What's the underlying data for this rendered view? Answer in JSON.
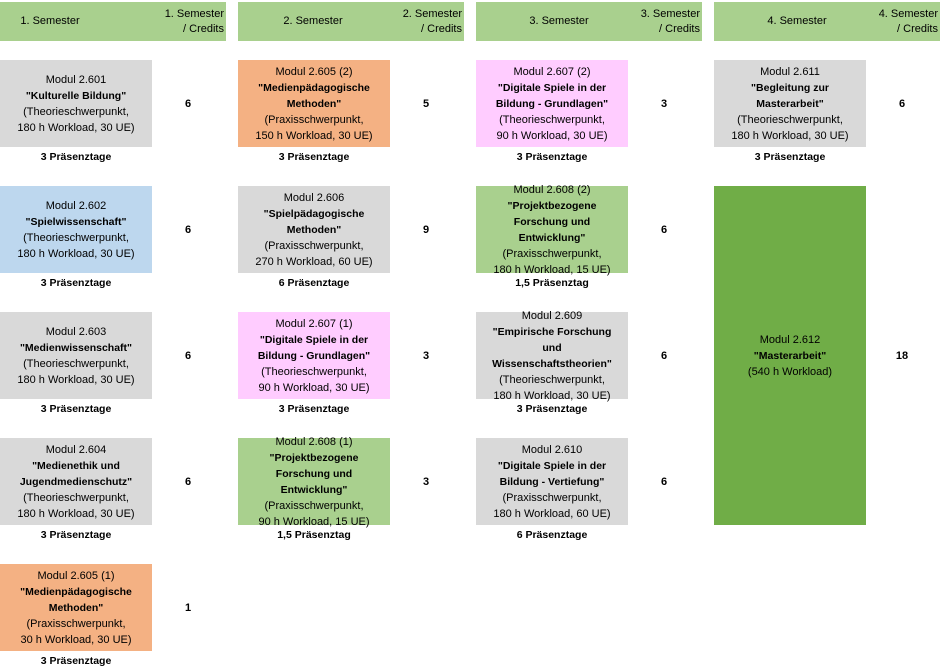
{
  "semesters": [
    {
      "title": "1. Semester",
      "credits_header": "1. Semester / Credits",
      "modules": [
        {
          "code": "Modul 2.601",
          "name": "\"Kulturelle Bildung\"",
          "type": "(Theorieschwerpunkt,",
          "workload": "180 h Workload, 30 UE)",
          "presence": "3 Präsenztage",
          "credits": "6",
          "color": "#d9d9d9"
        },
        {
          "code": "Modul 2.602",
          "name": "\"Spielwissenschaft\"",
          "type": "(Theorieschwerpunkt,",
          "workload": "180 h Workload, 30 UE)",
          "presence": "3 Präsenztage",
          "credits": "6",
          "color": "#bdd7ee"
        },
        {
          "code": "Modul 2.603",
          "name": "\"Medienwissenschaft\"",
          "type": "(Theorieschwerpunkt,",
          "workload": "180 h Workload, 30 UE)",
          "presence": "3 Präsenztage",
          "credits": "6",
          "color": "#d9d9d9"
        },
        {
          "code": "Modul 2.604",
          "name": "\"Medienethik und Jugendmedienschutz\"",
          "type": "(Theorieschwerpunkt,",
          "workload": "180 h Workload, 30 UE)",
          "presence": "3 Präsenztage",
          "credits": "6",
          "color": "#d9d9d9"
        },
        {
          "code": "Modul 2.605 (1)",
          "name": "\"Medienpädagogische Methoden\"",
          "type": "(Praxisschwerpunkt,",
          "workload": "30 h Workload, 30 UE)",
          "presence": "3 Präsenztage",
          "credits": "1",
          "color": "#f4b183"
        }
      ]
    },
    {
      "title": "2. Semester",
      "credits_header": "2. Semester / Credits",
      "modules": [
        {
          "code": "Modul 2.605 (2)",
          "name": "\"Medienpädagogische Methoden\"",
          "type": "(Praxisschwerpunkt,",
          "workload": "150 h Workload, 30 UE)",
          "presence": "3 Präsenztage",
          "credits": "5",
          "color": "#f4b183"
        },
        {
          "code": "Modul 2.606",
          "name": "\"Spielpädagogische Methoden\"",
          "type": "(Praxisschwerpunkt,",
          "workload": "270 h Workload, 60 UE)",
          "presence": "6 Präsenztage",
          "credits": "9",
          "color": "#d9d9d9"
        },
        {
          "code": "Modul 2.607 (1)",
          "name": "\"Digitale Spiele in der Bildung - Grundlagen\"",
          "type": "(Theorieschwerpunkt,",
          "workload": "90 h Workload, 30 UE)",
          "presence": "3 Präsenztage",
          "credits": "3",
          "color": "#ffccff"
        },
        {
          "code": "Modul 2.608 (1)",
          "name": "\"Projektbezogene Forschung und Entwicklung\"",
          "type": "(Praxisschwerpunkt,",
          "workload": "90 h Workload, 15 UE)",
          "presence": "1,5 Präsenztag",
          "credits": "3",
          "color": "#a9d08e"
        }
      ]
    },
    {
      "title": "3. Semester",
      "credits_header": "3. Semester / Credits",
      "modules": [
        {
          "code": "Modul 2.607 (2)",
          "name": "\"Digitale Spiele in der Bildung - Grundlagen\"",
          "type": "(Theorieschwerpunkt,",
          "workload": "90 h Workload, 30 UE)",
          "presence": "3 Präsenztage",
          "credits": "3",
          "color": "#ffccff"
        },
        {
          "code": "Modul 2.608 (2)",
          "name": "\"Projektbezogene Forschung und Entwicklung\"",
          "type": "(Praxisschwerpunkt,",
          "workload": "180 h Workload, 15 UE)",
          "presence": "1,5 Präsenztag",
          "credits": "6",
          "color": "#a9d08e"
        },
        {
          "code": "Modul 2.609",
          "name": "\"Empirische Forschung und Wissenschaftstheorien\"",
          "type": "(Theorieschwerpunkt,",
          "workload": "180 h Workload, 30 UE)",
          "presence": "3 Präsenztage",
          "credits": "6",
          "color": "#d9d9d9"
        },
        {
          "code": "Modul 2.610",
          "name": "\"Digitale Spiele in der Bildung - Vertiefung\"",
          "type": "(Praxisschwerpunkt,",
          "workload": "180 h Workload, 60 UE)",
          "presence": "6 Präsenztage",
          "credits": "6",
          "color": "#d9d9d9"
        }
      ]
    },
    {
      "title": "4. Semester",
      "credits_header": "4. Semester / Credits",
      "modules": [
        {
          "code": "Modul 2.611",
          "name": "\"Begleitung zur Masterarbeit\"",
          "type": "(Theorieschwerpunkt,",
          "workload": "180 h Workload, 30 UE)",
          "presence": "3 Präsenztage",
          "credits": "6",
          "color": "#d9d9d9"
        },
        {
          "code": "Modul 2.612",
          "name": "\"Masterarbeit\"",
          "type": "",
          "workload": "(540 h Workload)",
          "presence": "",
          "credits": "18",
          "color": "#70ad47"
        }
      ]
    }
  ]
}
